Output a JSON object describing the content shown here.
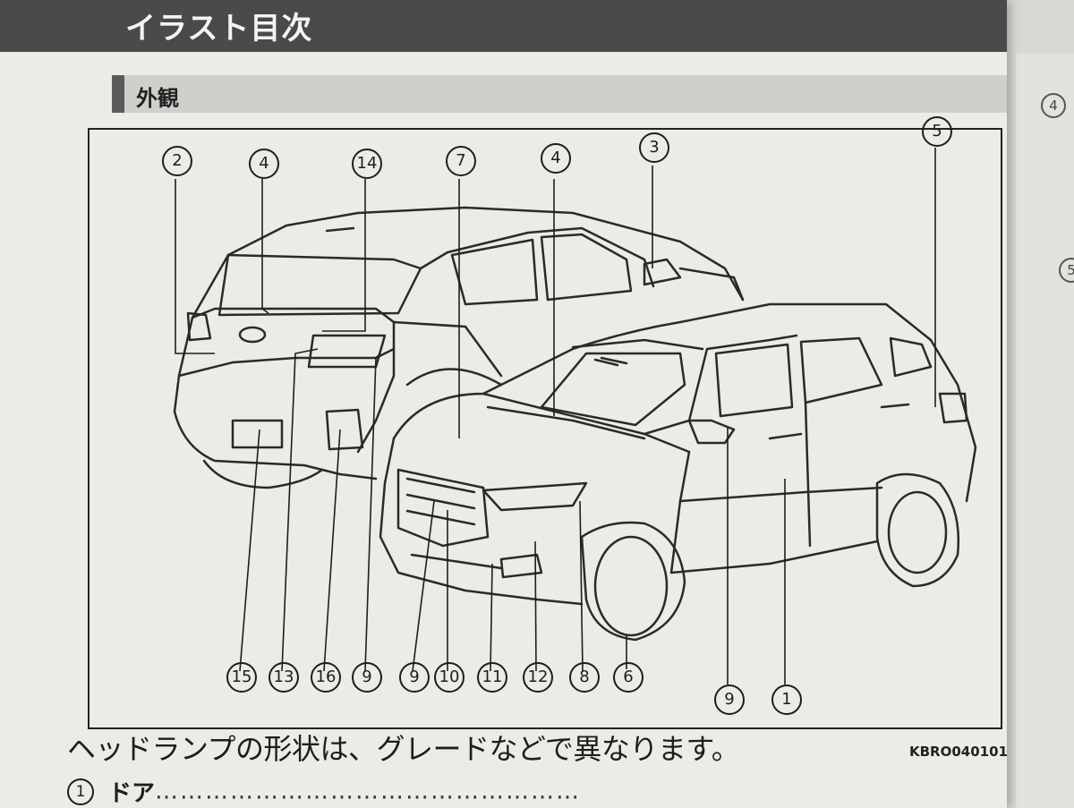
{
  "header": {
    "title": "イラスト目次"
  },
  "section": {
    "title": "外観"
  },
  "callouts": [
    {
      "id": "c2",
      "label": "2"
    },
    {
      "id": "c4a",
      "label": "4"
    },
    {
      "id": "c14",
      "label": "14"
    },
    {
      "id": "c7",
      "label": "7"
    },
    {
      "id": "c4b",
      "label": "4"
    },
    {
      "id": "c3",
      "label": "3"
    },
    {
      "id": "c5",
      "label": "5"
    },
    {
      "id": "c15",
      "label": "15"
    },
    {
      "id": "c13",
      "label": "13"
    },
    {
      "id": "c16",
      "label": "16"
    },
    {
      "id": "c9a",
      "label": "9"
    },
    {
      "id": "c9b",
      "label": "9"
    },
    {
      "id": "c10",
      "label": "10"
    },
    {
      "id": "c11",
      "label": "11"
    },
    {
      "id": "c12",
      "label": "12"
    },
    {
      "id": "c8",
      "label": "8"
    },
    {
      "id": "c6",
      "label": "6"
    },
    {
      "id": "c9c",
      "label": "9"
    },
    {
      "id": "c1",
      "label": "1"
    }
  ],
  "figure_code": "KBRO040101",
  "note": "ヘッドランプの形状は、グレードなどで異なります。",
  "list": [
    {
      "num": "1",
      "label": "ドア",
      "leader": "……………………………………………"
    }
  ],
  "next_page": {
    "items": [
      {
        "num": "4"
      },
      {
        "num": "5"
      }
    ]
  }
}
